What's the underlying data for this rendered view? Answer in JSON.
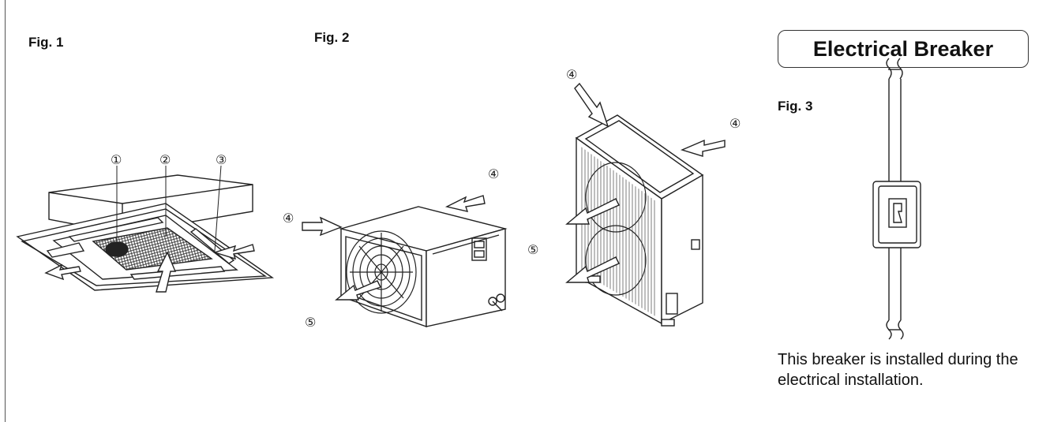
{
  "figures": {
    "fig1_label": "Fig. 1",
    "fig2_label": "Fig. 2",
    "fig3_label": "Fig. 3"
  },
  "callouts": {
    "c1": "①",
    "c2": "②",
    "c3": "③",
    "c4": "④",
    "c5": "⑤"
  },
  "breaker": {
    "heading": "Electrical Breaker",
    "caption": "This breaker is installed during the electrical installation."
  },
  "colors": {
    "line": "#222222",
    "grille": "#333333",
    "arrow_fill": "#ffffff"
  }
}
